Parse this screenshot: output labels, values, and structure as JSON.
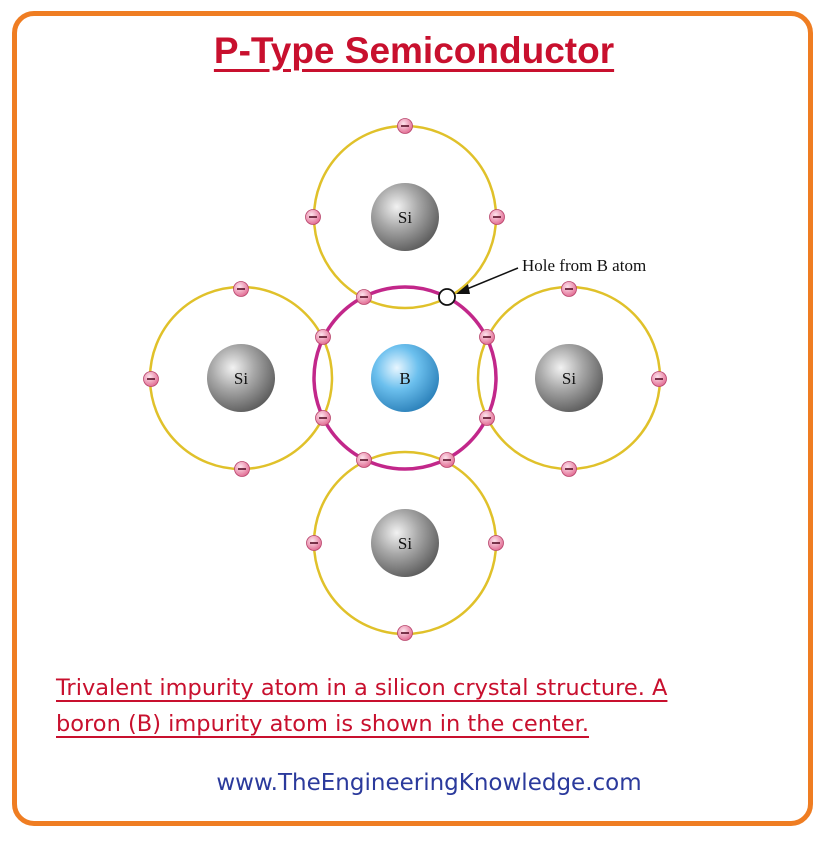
{
  "title": "P-Type Semiconductor",
  "caption": {
    "line1": "Trivalent impurity atom in a silicon crystal structure. A",
    "line2": "boron (B) impurity atom is shown in the center."
  },
  "website": "www.TheEngineeringKnowledge.com",
  "atoms": {
    "center": "B",
    "top": "Si",
    "left": "Si",
    "right": "Si",
    "bottom": "Si"
  },
  "annotation": {
    "hole_label": "Hole from B atom"
  },
  "colors": {
    "frame": "#ef7d22",
    "title": "#c8102e",
    "si_orbit": "#e0c12a",
    "b_orbit": "#c2278a",
    "electron": "#e8759a",
    "boron_atom": "#4aa8dc",
    "silicon_atom": "#8c8c8c",
    "website": "#2b3a9c"
  }
}
